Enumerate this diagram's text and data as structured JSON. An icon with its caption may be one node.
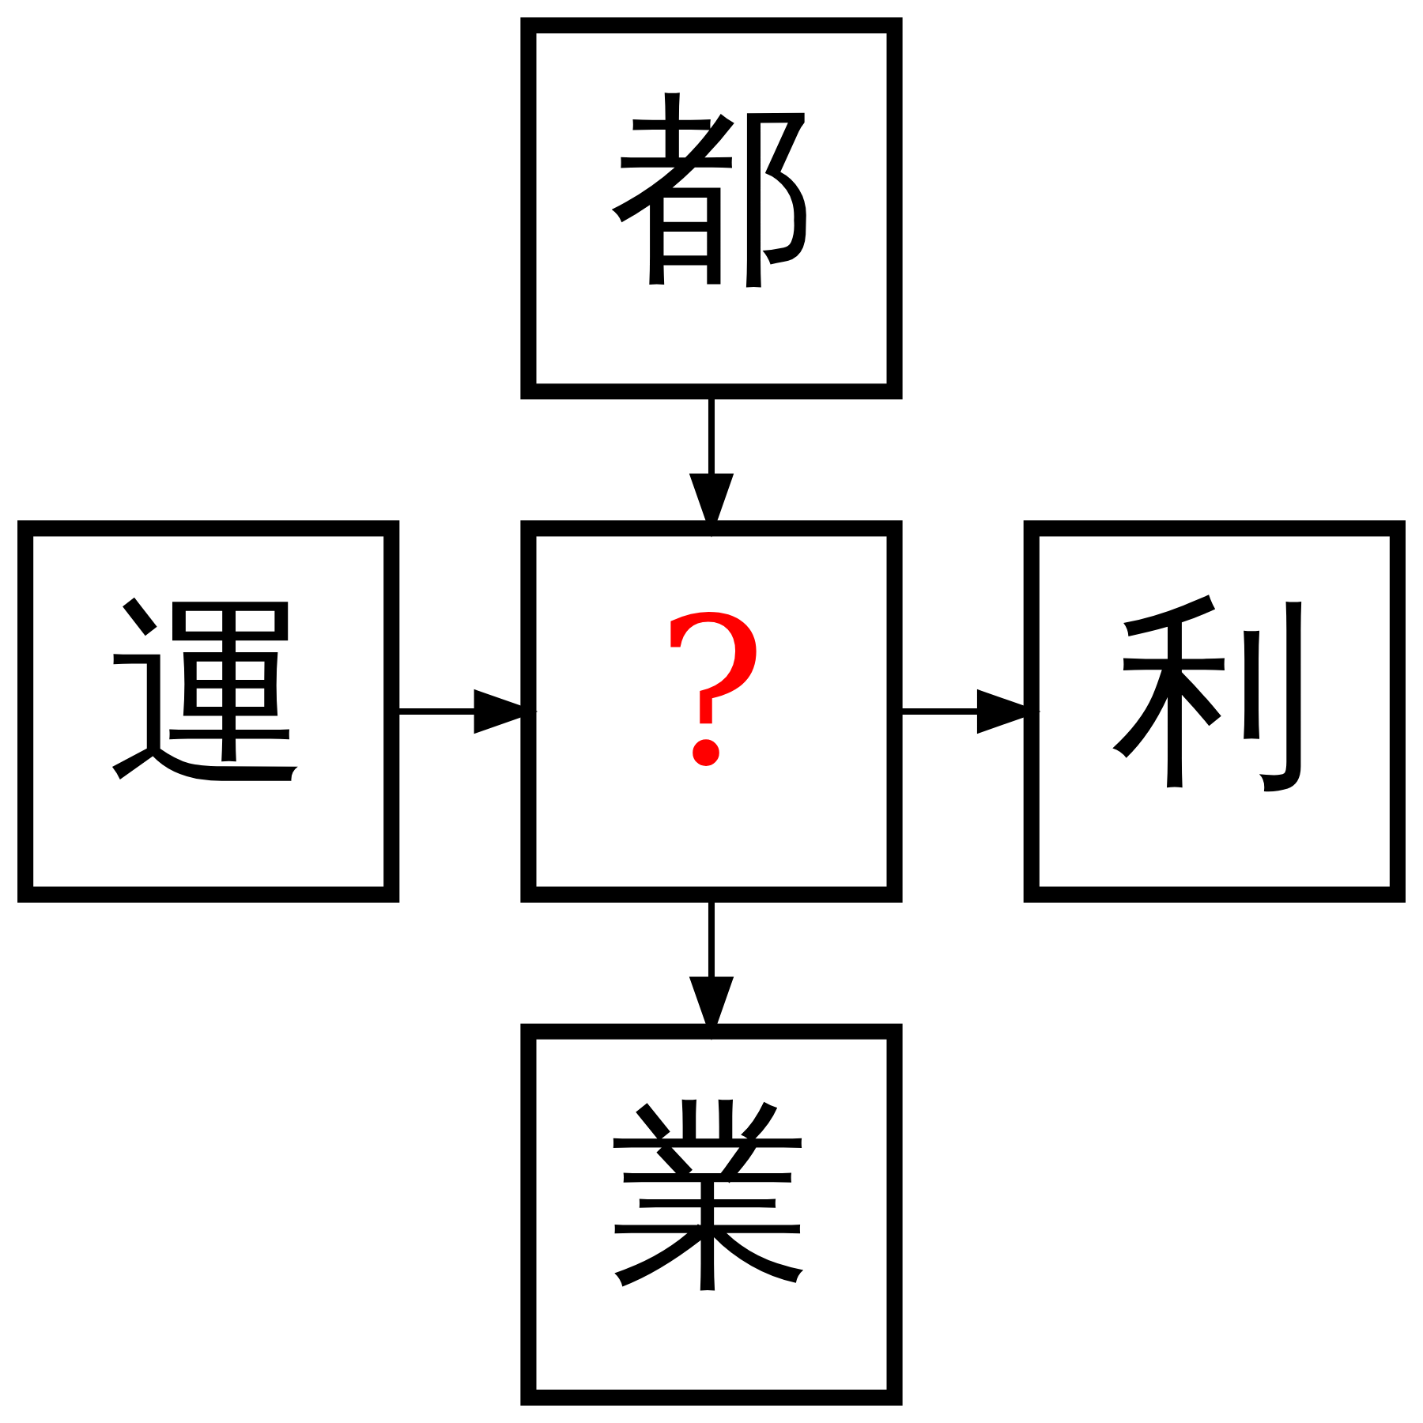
{
  "diagram": {
    "nodes": [
      {
        "text": [
          "都"
        ]
      },
      {
        "text": [
          "運"
        ]
      },
      {
        "text": [
          "?"
        ]
      },
      {
        "text": [
          "利"
        ]
      },
      {
        "text": [
          "業"
        ]
      }
    ],
    "edges": [
      {
        "from": 0,
        "to": 2,
        "arrow": "to"
      },
      {
        "from": 1,
        "to": 2,
        "arrow": "to"
      },
      {
        "from": 2,
        "to": 3,
        "arrow": "to"
      },
      {
        "from": 2,
        "to": 4,
        "arrow": "to"
      }
    ]
  }
}
